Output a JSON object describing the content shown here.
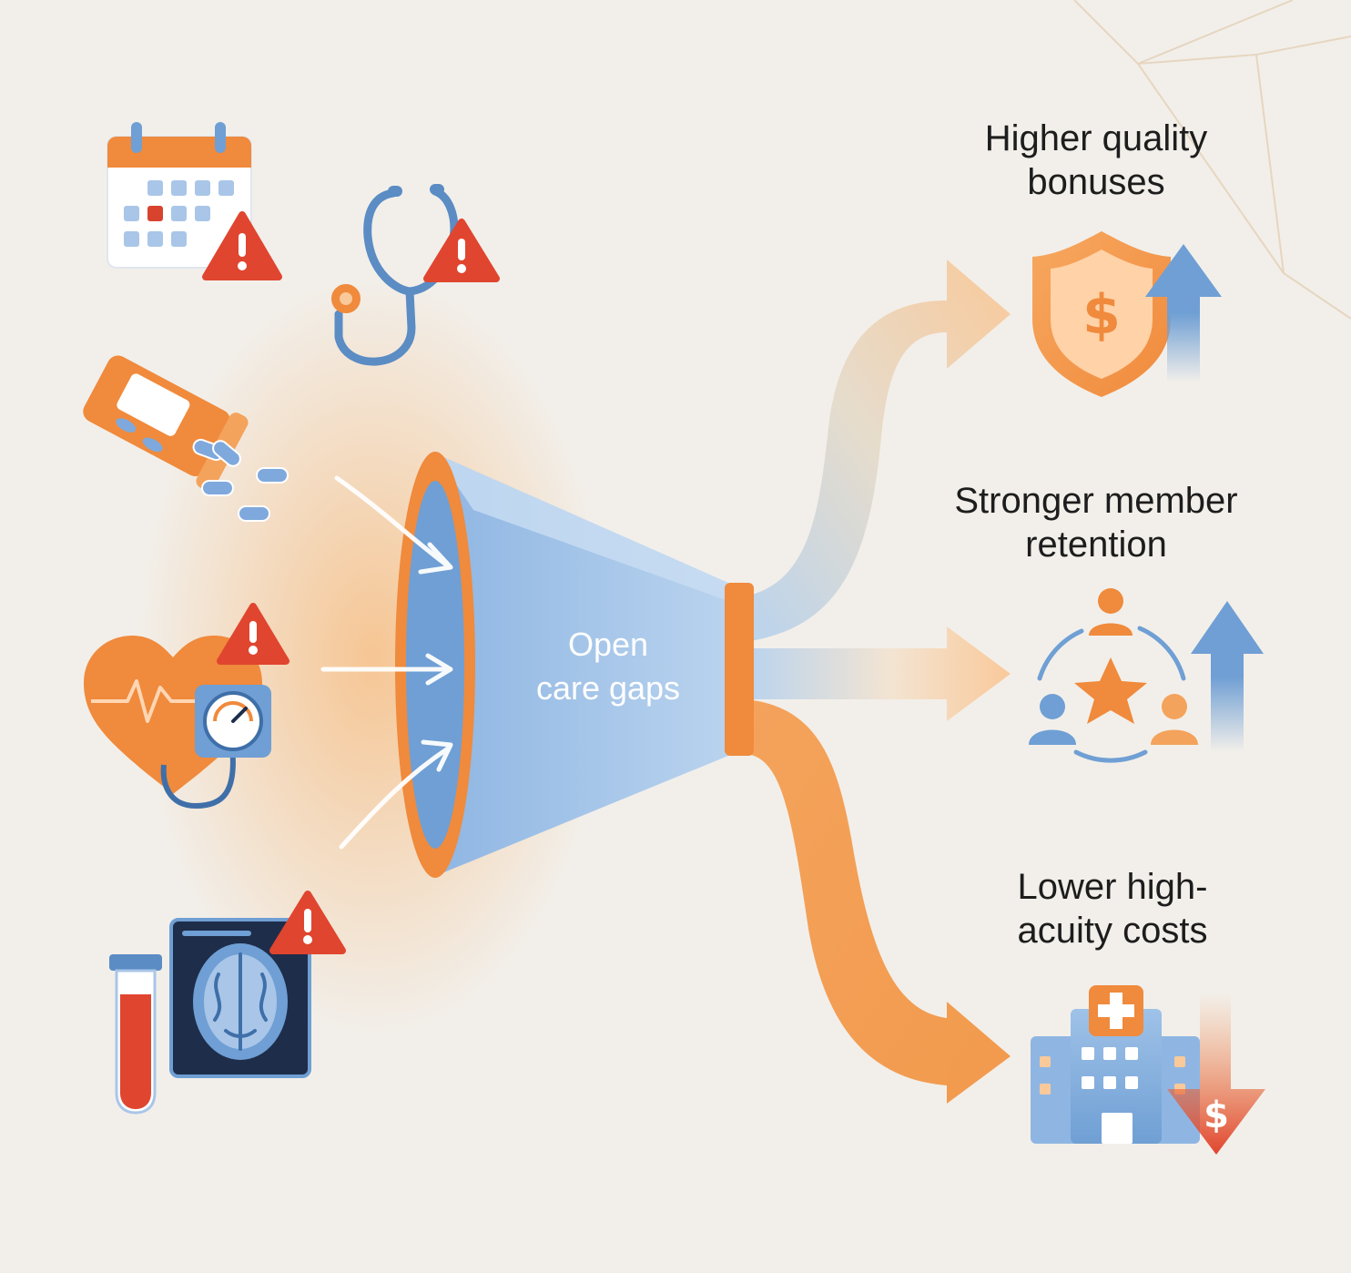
{
  "funnel": {
    "label_lines": [
      "Open",
      "care gaps"
    ]
  },
  "inputs": [
    {
      "name": "missed-appointment",
      "icons": [
        "calendar-icon",
        "warning-icon"
      ]
    },
    {
      "name": "missed-screening",
      "icons": [
        "stethoscope-icon",
        "warning-icon"
      ]
    },
    {
      "name": "medication-nonadherence",
      "icons": [
        "pill-bottle-icon"
      ]
    },
    {
      "name": "uncontrolled-condition",
      "icons": [
        "heart-icon",
        "blood-pressure-gauge-icon",
        "warning-icon"
      ]
    },
    {
      "name": "missed-diagnostics",
      "icons": [
        "test-tube-icon",
        "brain-scan-icon",
        "warning-icon"
      ]
    }
  ],
  "outcomes": [
    {
      "label_lines": [
        "Higher quality",
        "bonuses"
      ],
      "icon": "shield-dollar-icon",
      "trend": "up",
      "trend_icon": "arrow-up-icon"
    },
    {
      "label_lines": [
        "Stronger member",
        "retention"
      ],
      "icon": "member-network-icon",
      "trend": "up",
      "trend_icon": "arrow-up-icon"
    },
    {
      "label_lines": [
        "Lower high-",
        "acuity costs"
      ],
      "icon": "hospital-icon",
      "trend": "down",
      "trend_icon": "dollar-arrow-down-icon"
    }
  ],
  "colors": {
    "background": "#f2efea",
    "orange": "#f08a3c",
    "light_orange": "#f9c99a",
    "blue": "#6f9fd4",
    "light_blue": "#b9d3ee",
    "alert_red": "#e0452f",
    "dark_navy": "#1e2d4a",
    "text": "#1d1d1d"
  }
}
